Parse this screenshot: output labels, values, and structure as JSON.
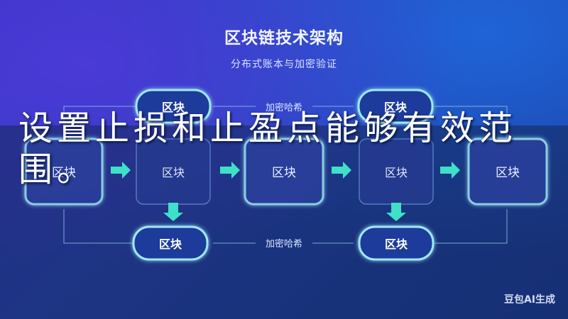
{
  "title": "区块链技术架构",
  "subtitle": "分布式账本与加密验证",
  "block_label": "区块",
  "hash_label": "加密哈希",
  "overlay_text": "设置止损和止盈点能够有效范围。",
  "watermark": "豆包AI生成",
  "colors": {
    "accent": "#3fe0c8",
    "box_border": "#7fd9e8",
    "box_fill": "#2b3f9e"
  },
  "icons": [
    "arrow-right-icon",
    "arrow-down-icon"
  ]
}
